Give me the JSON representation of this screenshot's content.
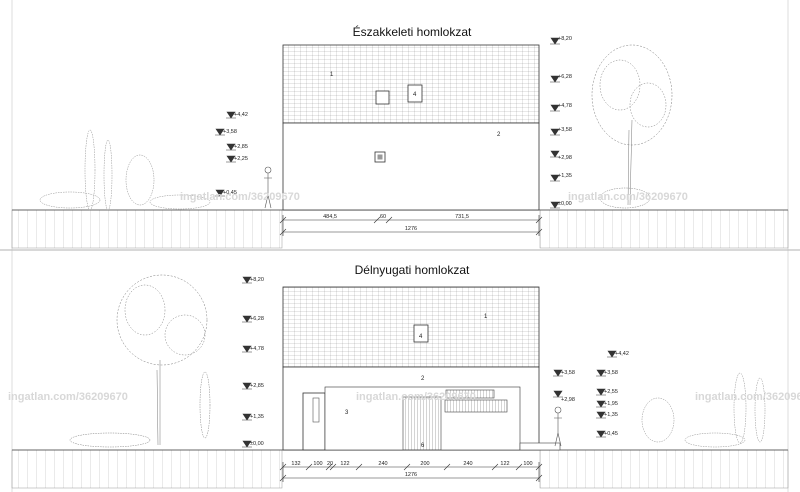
{
  "titles": {
    "northeast": "Északkeleti homlokzat",
    "southwest": "Délnyugati homlokzat"
  },
  "watermark": "ingatlan.com/36209670",
  "northeast": {
    "levels_right": [
      "+8,20",
      "+6,28",
      "+4,78",
      "+3,58",
      "+2,98",
      "+1,35",
      "±0,00"
    ],
    "levels_left": [
      "+4,42",
      "+3,58",
      "+2,85",
      "+2,25",
      "+0,45"
    ],
    "dimensions": [
      "484,5",
      "60",
      "731,5"
    ],
    "total": "1276",
    "labels": [
      "1",
      "4",
      "2"
    ]
  },
  "southwest": {
    "levels_left": [
      "+8,20",
      "+6,28",
      "+4,78",
      "+2,85",
      "+1,35",
      "±0,00"
    ],
    "levels_mid": [
      "+3,58",
      "+2,98"
    ],
    "levels_right": [
      "+4,42",
      "+3,58",
      "+2,55",
      "+1,95",
      "+1,35",
      "+0,45"
    ],
    "dimensions": [
      "132",
      "100",
      "20",
      "122",
      "240",
      "200",
      "240",
      "122",
      "100"
    ],
    "total": "1276",
    "labels": [
      "1",
      "4",
      "2",
      "3",
      "6"
    ]
  },
  "colors": {
    "line": "#333333",
    "roof": "#555555",
    "watermark": "#d8d8d8"
  }
}
